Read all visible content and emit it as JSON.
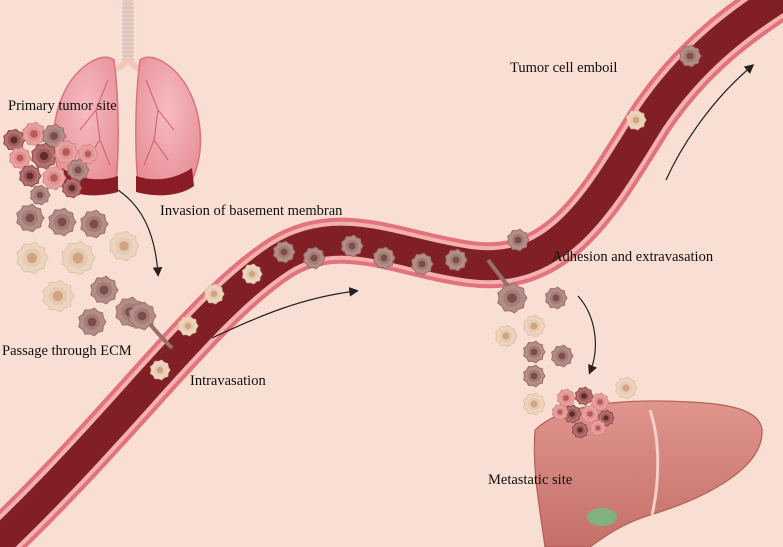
{
  "diagram": {
    "labels": {
      "primary_site": "Primary tumor site",
      "invasion": "Invasion of basement membran",
      "passage": "Passage through ECM",
      "intravasation": "Intravasation",
      "emboli": "Tumor cell emboil",
      "adhesion": "Adhesion and extravasation",
      "metastatic_site": "Metastatic site"
    },
    "icons": [
      "lungs-icon",
      "trachea-icon",
      "tumor-cell-icon",
      "blood-vessel-icon",
      "liver-icon",
      "gallbladder-icon",
      "arrow-icon"
    ],
    "colors": {
      "background": "#f8ded3",
      "vessel_lumen": "#801f26",
      "vessel_wall": "#e2727b",
      "lung": "#f2a5ad",
      "lung_base": "#8a1c25",
      "liver": "#d6867f",
      "gallbladder": "#7fb27f",
      "cell_dark": "#b48d87",
      "cell_light": "#ecd5c0",
      "cell_pink": "#e7a2a0"
    }
  }
}
